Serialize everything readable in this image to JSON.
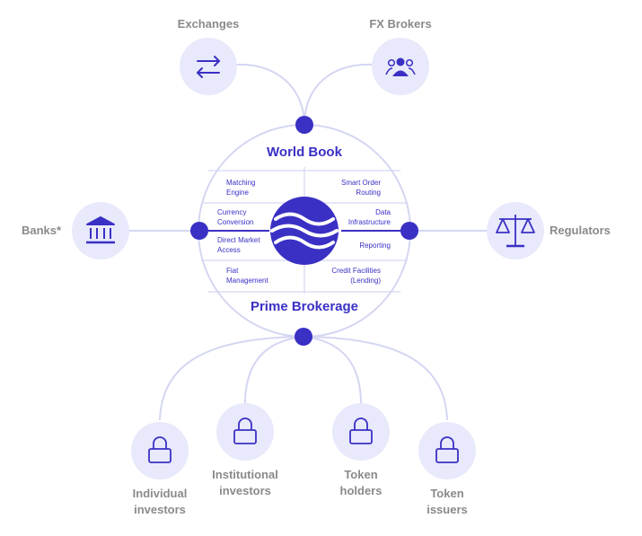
{
  "hub": {
    "title_top": "World Book",
    "title_bottom": "Prime Brokerage",
    "features_left": [
      {
        "line1": "Matching",
        "line2": "Engine"
      },
      {
        "line1": "Currency",
        "line2": "Conversion"
      },
      {
        "line1": "Direct Market",
        "line2": "Access"
      },
      {
        "line1": "Fiat",
        "line2": "Management"
      }
    ],
    "features_right": [
      {
        "line1": "Smart Order",
        "line2": "Routing"
      },
      {
        "line1": "Data",
        "line2": "Infrastructure"
      },
      {
        "line1": "Reporting",
        "line2": ""
      },
      {
        "line1": "Credit Facilities",
        "line2": "(Lending)"
      }
    ]
  },
  "nodes": {
    "exchanges": {
      "label": "Exchanges",
      "icon": "exchange-arrows-icon"
    },
    "fx_brokers": {
      "label": "FX Brokers",
      "icon": "people-group-icon"
    },
    "banks": {
      "label": "Banks*",
      "icon": "bank-building-icon"
    },
    "regulators": {
      "label": "Regulators",
      "icon": "scales-icon"
    },
    "individual": {
      "line1": "Individual",
      "line2": "investors",
      "icon": "lock-icon"
    },
    "institutional": {
      "line1": "Institutional",
      "line2": "investors",
      "icon": "lock-icon"
    },
    "token_holders": {
      "line1": "Token",
      "line2": "holders",
      "icon": "lock-icon"
    },
    "token_issuers": {
      "line1": "Token",
      "line2": "issuers",
      "icon": "lock-icon"
    }
  },
  "colors": {
    "accent": "#3a30c4",
    "node_fill": "#e8e9fb",
    "connector": "#d4d6f2",
    "label_gray": "#8a8a8a"
  }
}
